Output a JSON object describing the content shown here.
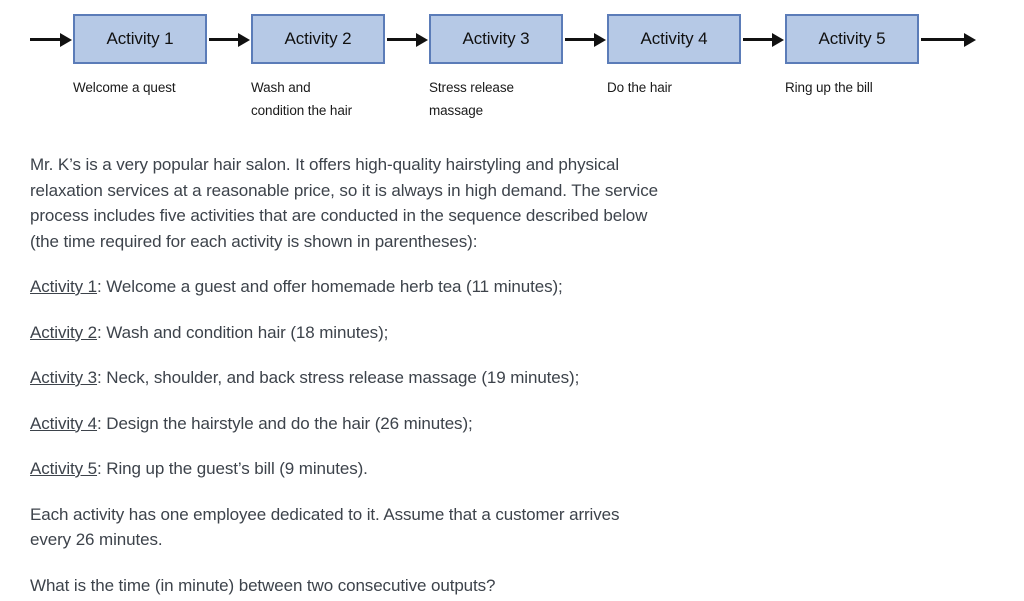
{
  "diagram": {
    "activities": [
      {
        "box": "Activity 1",
        "caption": "Welcome a quest"
      },
      {
        "box": "Activity 2",
        "caption": "Wash and\ncondition the hair"
      },
      {
        "box": "Activity 3",
        "caption": "Stress release\nmassage"
      },
      {
        "box": "Activity 4",
        "caption": "Do the hair"
      },
      {
        "box": "Activity 5",
        "caption": "Ring up the bill"
      }
    ],
    "colors": {
      "box_fill": "#b6c9e6",
      "box_border": "#5b7cb8",
      "arrow": "#111111"
    }
  },
  "problem": {
    "intro_lines": [
      "Mr. K’s is a very popular hair salon. It offers high-quality hairstyling and physical",
      "relaxation services at a reasonable price, so it is always in high demand. The service",
      "process includes five activities that are conducted in the sequence described below",
      "(the time required for each activity is shown in parentheses):"
    ],
    "items": [
      {
        "label": "Activity 1",
        "text": ": Welcome a guest and offer homemade herb tea (11 minutes);"
      },
      {
        "label": "Activity 2",
        "text": ": Wash and condition hair (18 minutes);"
      },
      {
        "label": "Activity 3",
        "text": ": Neck, shoulder, and back stress release massage (19 minutes);"
      },
      {
        "label": "Activity 4",
        "text": ": Design the hairstyle and do the hair (26 minutes);"
      },
      {
        "label": "Activity 5",
        "text": ": Ring up the guest’s bill (9 minutes)."
      }
    ],
    "assumption_lines": [
      "Each activity has one employee dedicated to it. Assume that a customer arrives",
      "every 26 minutes."
    ],
    "question": "What is the time (in minute) between two consecutive outputs?"
  }
}
